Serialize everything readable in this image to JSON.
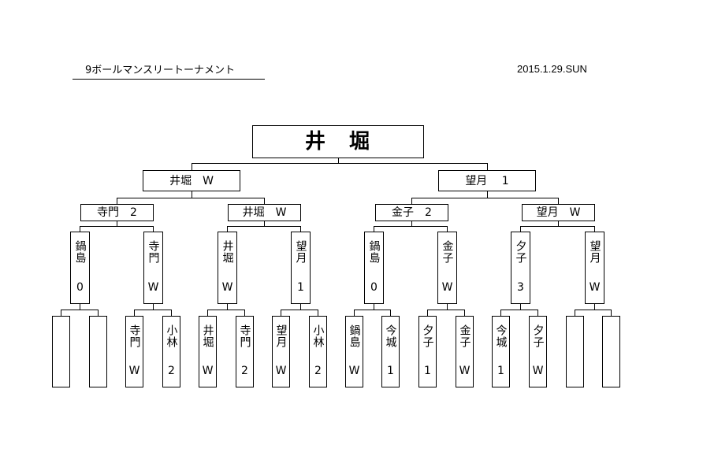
{
  "header": {
    "title": "9ボールマンスリートーナメント",
    "date": "2015.1.29.SUN"
  },
  "champion": {
    "name": "井　堀"
  },
  "semifinal": [
    {
      "label": "井堀　W"
    },
    {
      "label": "望月　 1"
    }
  ],
  "round3": [
    {
      "label": "寺門　2"
    },
    {
      "label": "井堀　W"
    },
    {
      "label": "金子　2"
    },
    {
      "label": "望月　W"
    }
  ],
  "round2": [
    {
      "name": "鍋島",
      "score": "0"
    },
    {
      "name": "寺門",
      "score": "W"
    },
    {
      "name": "井堀",
      "score": "W"
    },
    {
      "name": "望月",
      "score": "1"
    },
    {
      "name": "鍋島",
      "score": "0"
    },
    {
      "name": "金子",
      "score": "W"
    },
    {
      "name": "夕子",
      "score": "3"
    },
    {
      "name": "望月",
      "score": "W"
    }
  ],
  "round1": [
    {
      "name": "",
      "score": ""
    },
    {
      "name": "",
      "score": ""
    },
    {
      "name": "寺門",
      "score": "W"
    },
    {
      "name": "小林",
      "score": "2"
    },
    {
      "name": "井堀",
      "score": "W"
    },
    {
      "name": "寺門",
      "score": "2"
    },
    {
      "name": "望月",
      "score": "W"
    },
    {
      "name": "小林",
      "score": "2"
    },
    {
      "name": "鍋島",
      "score": "W"
    },
    {
      "name": "今城",
      "score": "1"
    },
    {
      "name": "夕子",
      "score": "1"
    },
    {
      "name": "金子",
      "score": "W"
    },
    {
      "name": "今城",
      "score": "1"
    },
    {
      "name": "夕子",
      "score": "W"
    },
    {
      "name": "",
      "score": ""
    },
    {
      "name": "",
      "score": ""
    }
  ]
}
